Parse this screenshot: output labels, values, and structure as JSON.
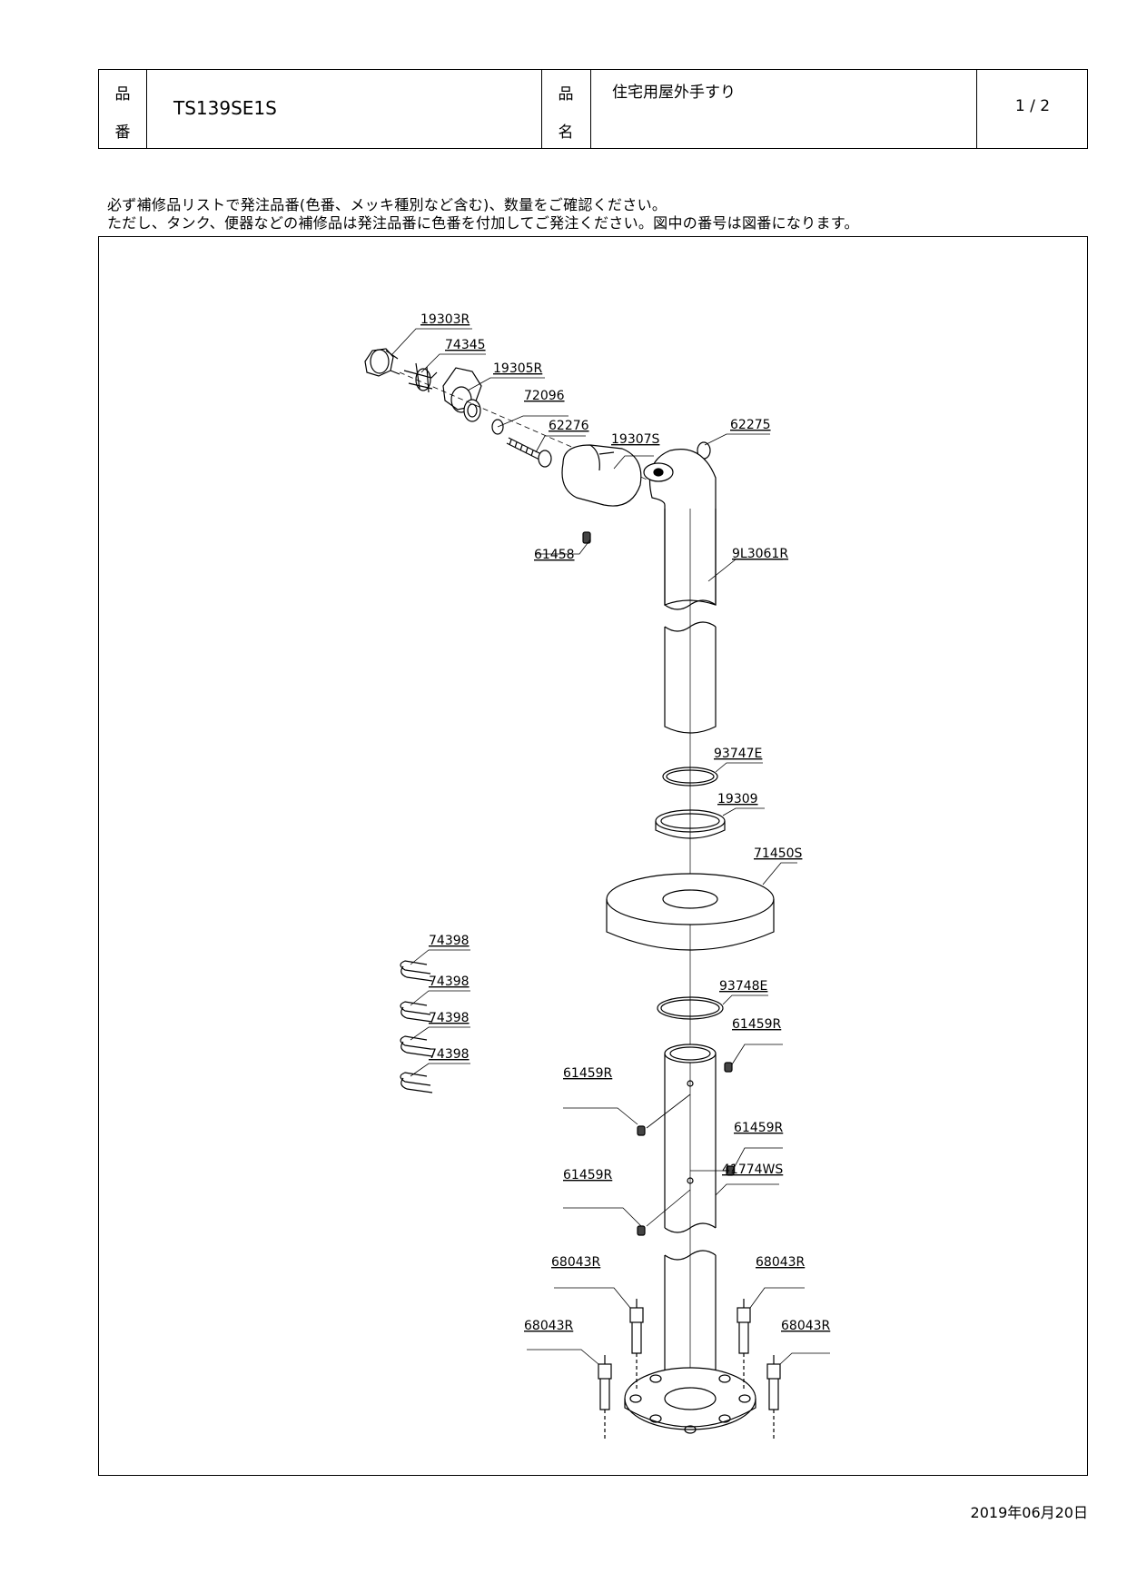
{
  "header": {
    "hinban_label_1": "品",
    "hinban_label_2": "番",
    "part_number": "TS139SE1S",
    "hinmei_label_1": "品",
    "hinmei_label_2": "名",
    "product_name": "住宅用屋外手すり",
    "page": "1 / 2"
  },
  "notes": {
    "line1": "必ず補修品リストで発注品番(色番、メッキ種別など含む)、数量をご確認ください。",
    "line2": "ただし、タンク、便器などの補修品は発注品番に色番を付加してご発注ください。図中の番号は図番になります。"
  },
  "parts": {
    "p19303R": "19303R",
    "p74345": "74345",
    "p19305R": "19305R",
    "p72096": "72096",
    "p62276": "62276",
    "p19307S": "19307S",
    "p62275": "62275",
    "p61458": "61458",
    "p9L3061R": "9L3061R",
    "p93747E": "93747E",
    "p19309": "19309",
    "p71450S": "71450S",
    "p74398": "74398",
    "p93748E": "93748E",
    "p61459R": "61459R",
    "p41774WS": "41774WS",
    "p68043R": "68043R"
  },
  "date": "2019年06月20日"
}
